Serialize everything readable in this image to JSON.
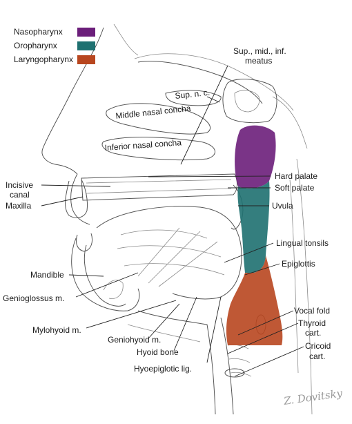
{
  "legend": [
    {
      "label": "Nasopharynx",
      "color": "#6b1e7a"
    },
    {
      "label": "Oropharynx",
      "color": "#1e7070"
    },
    {
      "label": "Laryngopharynx",
      "color": "#b8461f"
    }
  ],
  "labels": {
    "sup_mid_inf": "Sup., mid., inf.",
    "meatus": "meatus",
    "sup_nc": "Sup. n. c.",
    "middle_concha": "Middle nasal concha",
    "inferior_concha": "Inferior nasal concha",
    "hard_palate": "Hard palate",
    "soft_palate": "Soft palate",
    "uvula": "Uvula",
    "incisive": "Incisive",
    "canal": "canal",
    "maxilla": "Maxilla",
    "lingual_tonsils": "Lingual tonsils",
    "epiglottis": "Epiglottis",
    "mandible": "Mandible",
    "genioglossus": "Genioglossus m.",
    "mylohyoid": "Mylohyoid m.",
    "geniohyoid": "Geniohyoid m.",
    "hyoid": "Hyoid bone",
    "hyoepiglottic": "Hyoepiglotic lig.",
    "vocal_fold": "Vocal fold",
    "thyroid": "Thyroid",
    "cart1": "cart.",
    "cricoid": "Cricoid",
    "cart2": "cart."
  },
  "colors": {
    "nasopharynx": "#6b1e7a",
    "oropharynx": "#1e7070",
    "laryngopharynx": "#b8461f"
  },
  "signature": "Z. Dovitsky"
}
